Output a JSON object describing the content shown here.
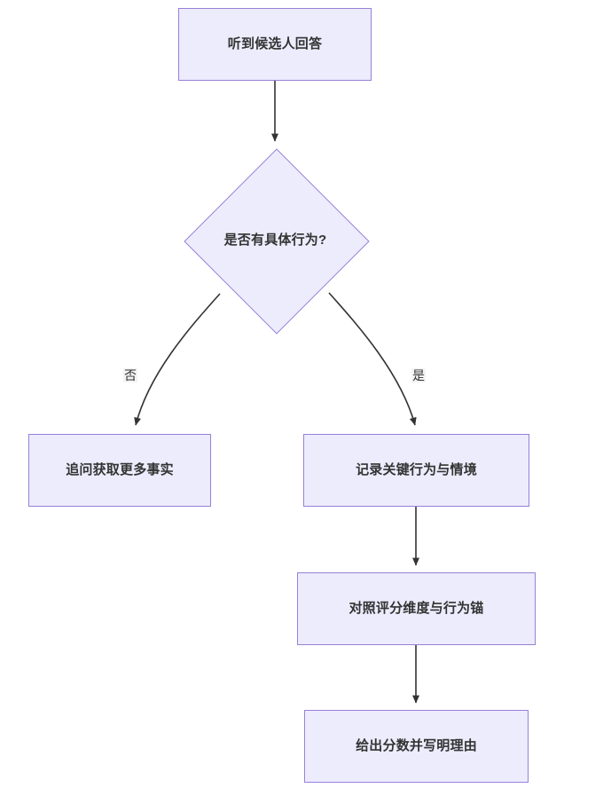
{
  "diagram": {
    "type": "flowchart",
    "direction": "top-down",
    "title": "",
    "theme": {
      "node_fill": "#ececfd",
      "node_border": "#9a7fd8",
      "node_text": "#333333",
      "edge_stroke": "#333333",
      "edge_label_bg": "#f4f4f4",
      "canvas_bg": "#ffffff"
    },
    "nodes": [
      {
        "id": "hear",
        "shape": "rect",
        "label": "听到候选人回答"
      },
      {
        "id": "decision",
        "shape": "diamond",
        "label": "是否有具体行为?"
      },
      {
        "id": "probe",
        "shape": "rect",
        "label": "追问获取更多事实"
      },
      {
        "id": "record",
        "shape": "rect",
        "label": "记录关键行为与情境"
      },
      {
        "id": "compare",
        "shape": "rect",
        "label": "对照评分维度与行为锚"
      },
      {
        "id": "score",
        "shape": "rect",
        "label": "给出分数并写明理由"
      }
    ],
    "edges": [
      {
        "from": "hear",
        "to": "decision",
        "label": ""
      },
      {
        "from": "decision",
        "to": "probe",
        "label": "否"
      },
      {
        "from": "decision",
        "to": "record",
        "label": "是"
      },
      {
        "from": "record",
        "to": "compare",
        "label": ""
      },
      {
        "from": "compare",
        "to": "score",
        "label": ""
      }
    ],
    "edge_labels": {
      "no": "否",
      "yes": "是"
    }
  }
}
